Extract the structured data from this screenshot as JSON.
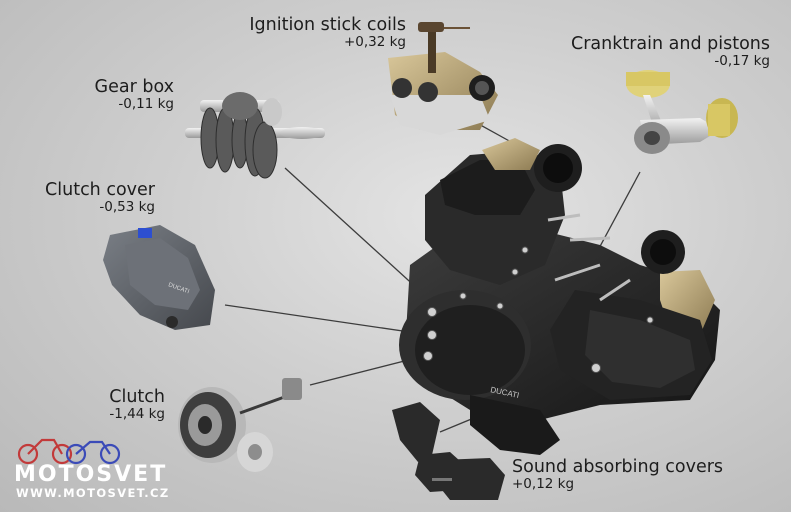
{
  "parts": {
    "ignition": {
      "name": "Ignition stick coils",
      "weight": "+0,32 kg"
    },
    "cranktrain": {
      "name": "Cranktrain and pistons",
      "weight": "-0,17 kg"
    },
    "gearbox": {
      "name": "Gear box",
      "weight": "-0,11 kg"
    },
    "clutch_cover": {
      "name": "Clutch cover",
      "weight": "-0,53 kg"
    },
    "clutch": {
      "name": "Clutch",
      "weight": "-1,44 kg"
    },
    "sound_covers": {
      "name": "Sound absorbing covers",
      "weight": "+0,12 kg"
    }
  },
  "logo": {
    "brand": "MOTOSVET",
    "url": "WWW.MOTOSVET.CZ"
  },
  "engine_cover_text": "DUCATI",
  "colors": {
    "engine": "#262626",
    "engine_mid": "#3a3a3a",
    "cylinder_head": "#b8a37a",
    "clutch_cover": "#5c6066",
    "leader": "#3c3c3c",
    "logo_red": "#c23a3a",
    "logo_blue": "#3b4bb8"
  }
}
